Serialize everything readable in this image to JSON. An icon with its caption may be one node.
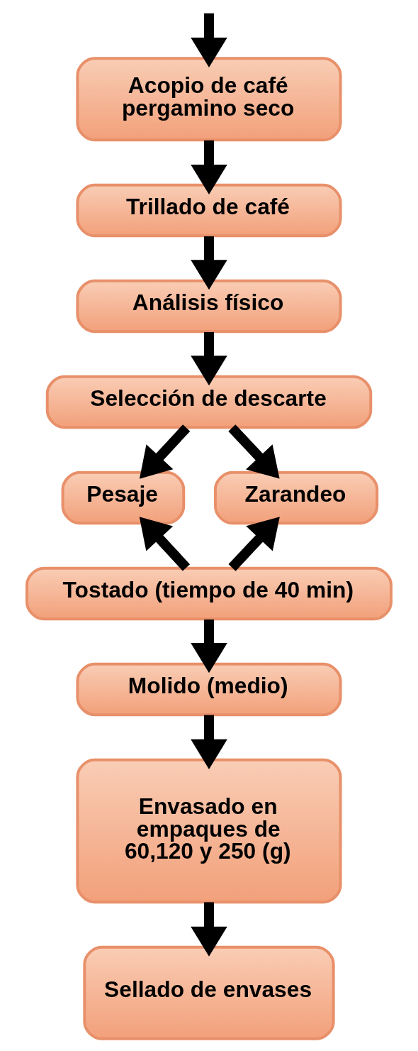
{
  "diagram": {
    "nodes": [
      {
        "text": [
          "Acopio de café pergamino seco"
        ]
      },
      {
        "text": [
          "Trillado de café"
        ]
      },
      {
        "text": [
          "Análisis físico"
        ]
      },
      {
        "text": [
          "Selección de descarte"
        ]
      },
      {
        "text": [
          "Pesaje"
        ]
      },
      {
        "text": [
          "Zarandeo"
        ]
      },
      {
        "text": [
          "Tostado (tiempo de 40 min)"
        ]
      },
      {
        "text": [
          "Molido (medio)"
        ]
      },
      {
        "text": [
          "Envasado en empaques de 60,120 y 250 (g)"
        ]
      },
      {
        "text": [
          "Sellado de envases"
        ]
      }
    ],
    "edges": [
      {
        "from": null,
        "to": 0,
        "arrow": "to"
      },
      {
        "from": 0,
        "to": 1,
        "arrow": "to"
      },
      {
        "from": 1,
        "to": 2,
        "arrow": "to"
      },
      {
        "from": 2,
        "to": 3,
        "arrow": "to"
      },
      {
        "from": 3,
        "to": 4,
        "arrow": "to"
      },
      {
        "from": 3,
        "to": 5,
        "arrow": "to"
      },
      {
        "from": 6,
        "to": 4,
        "arrow": "to"
      },
      {
        "from": 6,
        "to": 5,
        "arrow": "to"
      },
      {
        "from": 6,
        "to": 7,
        "arrow": "to"
      },
      {
        "from": 7,
        "to": 8,
        "arrow": "to"
      },
      {
        "from": 8,
        "to": 9,
        "arrow": "to"
      }
    ]
  }
}
